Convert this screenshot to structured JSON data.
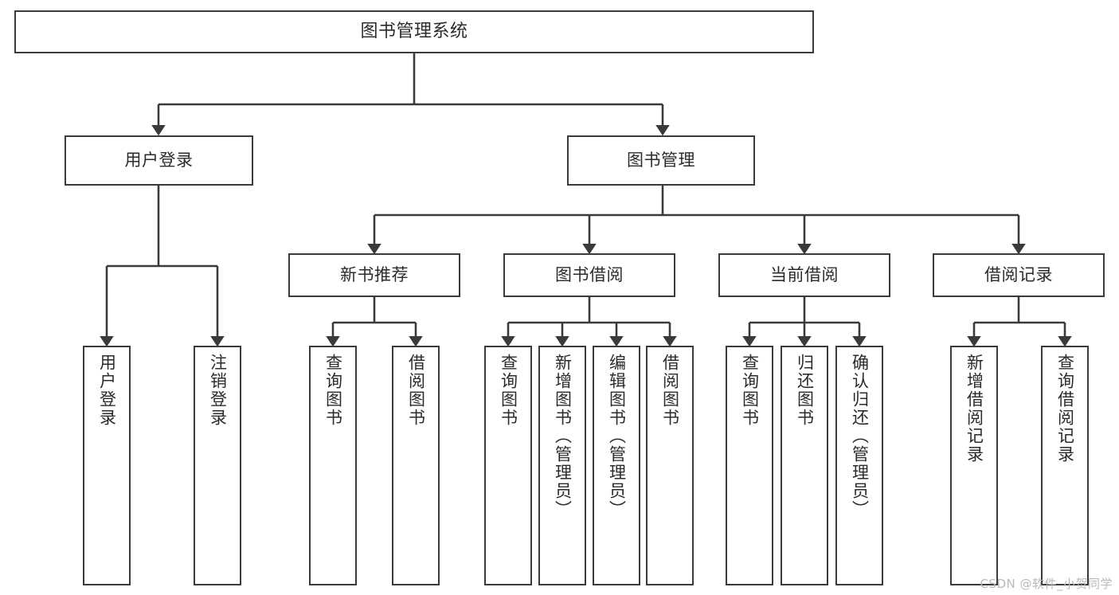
{
  "diagram": {
    "title": "图书管理系统",
    "type": "tree",
    "stroke_color": "#3a3a3a",
    "text_color": "#2b2b2b",
    "background": "#ffffff",
    "watermark": "CSDN @软件_小贺同学",
    "nodes": {
      "root": {
        "label": "图书管理系统"
      },
      "user_login": {
        "label": "用户登录"
      },
      "book_manage": {
        "label": "图书管理"
      },
      "new_book_rec": {
        "label": "新书推荐"
      },
      "book_borrow": {
        "label": "图书借阅"
      },
      "current_borrow": {
        "label": "当前借阅"
      },
      "borrow_record": {
        "label": "借阅记录"
      },
      "leaf_user_login": {
        "label": "用户登录"
      },
      "leaf_logout_login": {
        "label": "注销登录"
      },
      "leaf_query_book_1": {
        "label": "查询图书"
      },
      "leaf_borrow_book_1": {
        "label": "借阅图书"
      },
      "leaf_query_book_2": {
        "label": "查询图书"
      },
      "leaf_add_book": {
        "label": "新增图书（管理员）"
      },
      "leaf_edit_book": {
        "label": "编辑图书（管理员）"
      },
      "leaf_borrow_book_2": {
        "label": "借阅图书"
      },
      "leaf_query_book_3": {
        "label": "查询图书"
      },
      "leaf_return_book": {
        "label": "归还图书"
      },
      "leaf_confirm_return": {
        "label": "确认归还（管理员）"
      },
      "leaf_add_record": {
        "label": "新增借阅记录"
      },
      "leaf_query_record": {
        "label": "查询借阅记录"
      }
    }
  }
}
